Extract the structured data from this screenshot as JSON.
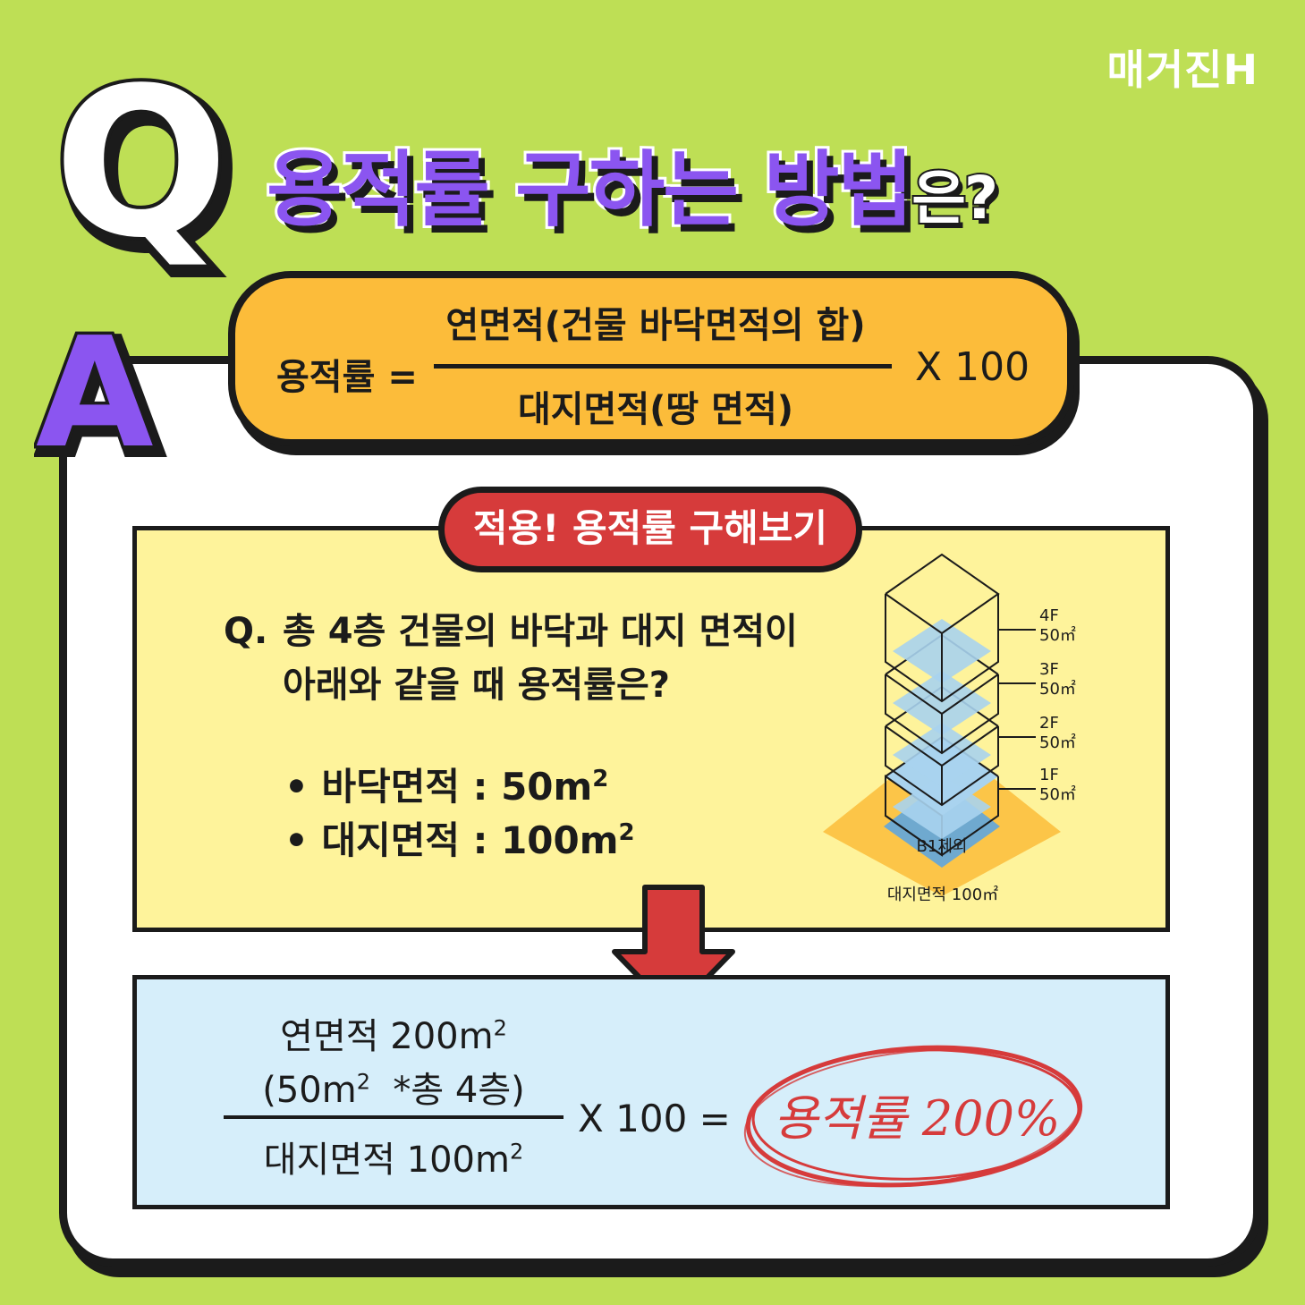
{
  "brand": "매거진H",
  "header": {
    "q_letter": "Q",
    "title_main": "용적률 구하는 방법",
    "title_tail": "은?"
  },
  "answer_letter": "A",
  "formula": {
    "lhs": "용적률 =",
    "numerator": "연면적(건물 바닥면적의 합)",
    "denominator": "대지면적(땅 면적)",
    "multiplier": "X 100"
  },
  "example": {
    "pill_label": "적용! 용적률 구해보기",
    "question_marker": "Q.",
    "question_line1": "총 4층 건물의 바닥과 대지 면적이",
    "question_line2": "아래와 같을 때 용적률은?",
    "bullets": [
      {
        "label": "• 바닥면적 : 50m",
        "exp": "2"
      },
      {
        "label": "• 대지면적 : 100m",
        "exp": "2"
      }
    ],
    "diagram": {
      "floors": [
        {
          "floor": "4F",
          "area": "50㎡"
        },
        {
          "floor": "3F",
          "area": "50㎡"
        },
        {
          "floor": "2F",
          "area": "50㎡"
        },
        {
          "floor": "1F",
          "area": "50㎡"
        }
      ],
      "basement_label": "B1제외",
      "land_label": "대지면적 100㎡"
    }
  },
  "result": {
    "numerator_line1": "연면적 200m",
    "numerator_line1_exp": "2",
    "numerator_line2_a": "(50m",
    "numerator_line2_exp": "2",
    "numerator_line2_b": "  *총 4층)",
    "denominator": "대지면적 100m",
    "denominator_exp": "2",
    "multiplier": "X 100 =",
    "answer": "용적률 200%"
  },
  "colors": {
    "background": "#bedf55",
    "purple": "#8b55f0",
    "orange": "#fcbc3a",
    "red": "#d63b3b",
    "yellow": "#fef39b",
    "light_blue": "#d6eefa"
  }
}
